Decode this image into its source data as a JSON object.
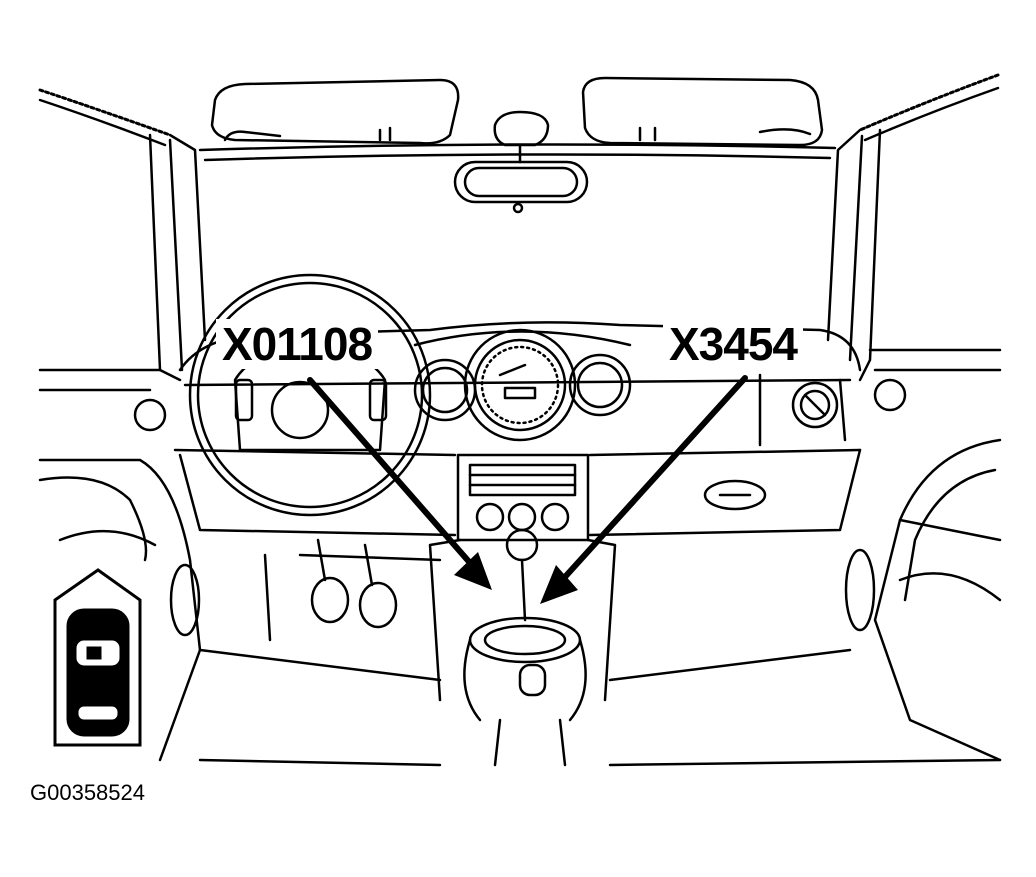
{
  "callouts": {
    "left_label": "X01108",
    "right_label": "X3454"
  },
  "figure_id": "G00358524",
  "icons": {
    "inset": "vehicle-top-view-icon"
  },
  "colors": {
    "line": "#000000",
    "background": "#ffffff"
  }
}
